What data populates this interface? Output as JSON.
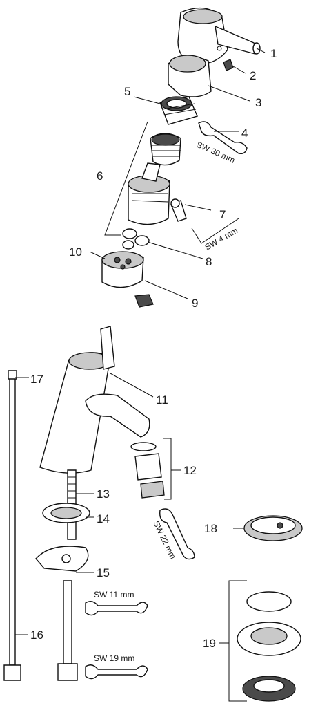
{
  "callouts": [
    "1",
    "2",
    "3",
    "4",
    "5",
    "6",
    "7",
    "8",
    "9",
    "10",
    "11",
    "12",
    "13",
    "14",
    "15",
    "16",
    "17",
    "18",
    "19"
  ],
  "tool_labels": {
    "wrench_30": "SW 30 mm",
    "allen_4": "SW 4 mm",
    "wrench_22": "SW 22 mm",
    "wrench_11": "SW 11 mm",
    "wrench_19": "SW 19 mm"
  },
  "colors": {
    "line": "#111111",
    "shade": "#c9c9c9",
    "background": "#ffffff"
  }
}
